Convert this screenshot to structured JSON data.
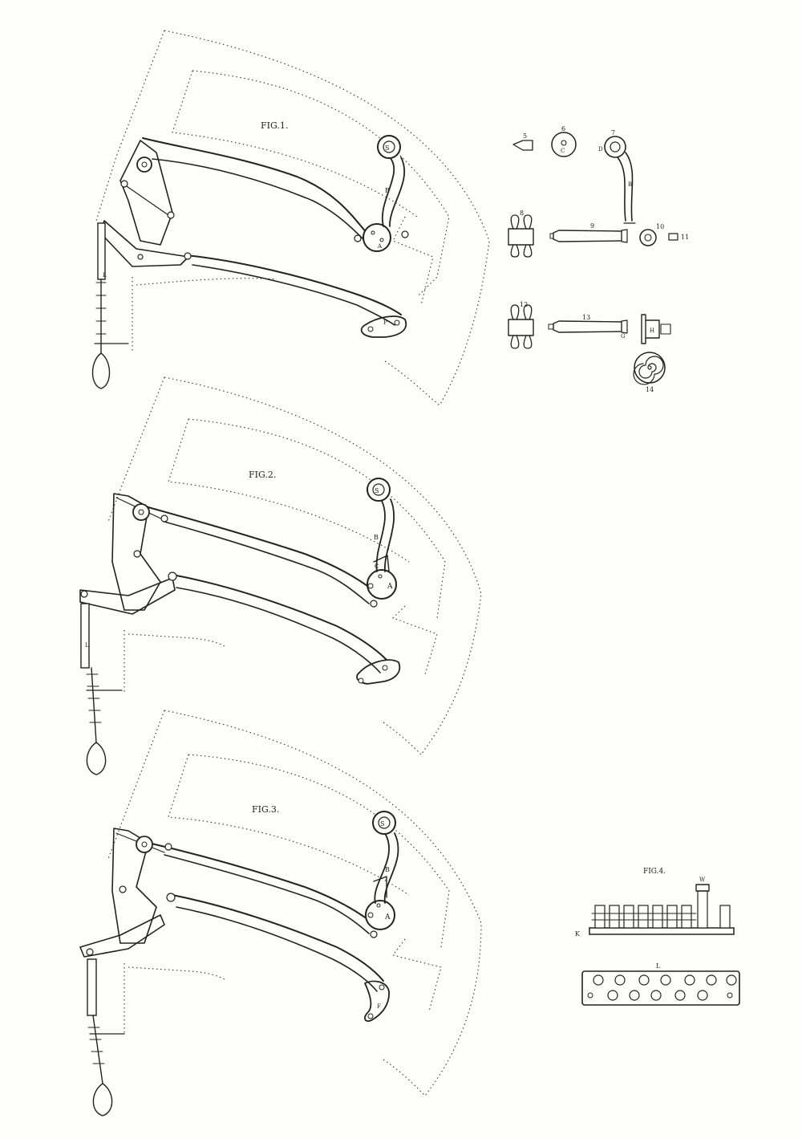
{
  "figures": {
    "fig1": {
      "title": "FIG.1.",
      "labels": {
        "s": "S",
        "b": "B",
        "a": "A",
        "p": "P",
        "l": "L"
      }
    },
    "fig2": {
      "title": "FIG.2.",
      "labels": {
        "s": "S",
        "b": "B",
        "a": "A",
        "c": "C",
        "l": "L"
      }
    },
    "fig3": {
      "title": "FIG.3.",
      "labels": {
        "s": "S",
        "b": "B",
        "a": "A",
        "f": "F"
      }
    },
    "fig4": {
      "title": "FIG.4.",
      "labels": {
        "k": "K",
        "l": "L",
        "w": "W"
      }
    }
  },
  "detail_parts": {
    "p5": "5",
    "p6": "6",
    "p7": "7",
    "p8": "8",
    "p9": "9",
    "p10": "10",
    "p11": "11",
    "p12": "12",
    "p13": "13",
    "p14": "14",
    "d": "D",
    "b": "B",
    "c": "C",
    "g": "G",
    "h": "H"
  }
}
